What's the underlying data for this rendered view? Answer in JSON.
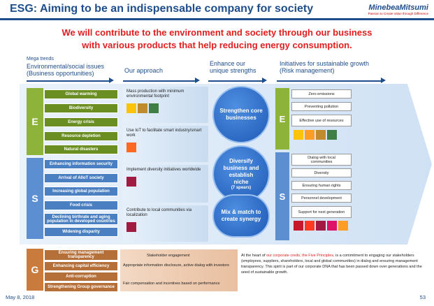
{
  "header": {
    "title": "ESG: Aiming to be an indispensable company for society",
    "logo_brand": "MinebeaMitsumi",
    "logo_tagline": "Passion to Create Value through Difference"
  },
  "headline": {
    "line1": "We will contribute to the environment and society through our business",
    "line2": "with various products that help reducing energy consumption."
  },
  "columns": {
    "mega_trends_1": "Mega trends",
    "mega_trends_2": "Environmental/social issues",
    "mega_trends_3": "(Business opportunities)",
    "approach": "Our approach",
    "strengths_1": "Enhance our",
    "strengths_2": "unique strengths",
    "initiatives_1": "Initiatives for sustainable growth",
    "initiatives_2": "(Risk management)"
  },
  "esg_letters": {
    "e": "E",
    "s": "S",
    "g": "G"
  },
  "trends_e": [
    "Global warming",
    "Biodiversity",
    "Energy crisis",
    "Resource depletion",
    "Natural disasters"
  ],
  "trends_s": [
    "Enhancing information security",
    "Arrival of AIIoT society",
    "Increasing global population",
    "Food crisis",
    "Declining birthrate and aging population in developed countries",
    "Widening disparity"
  ],
  "trends_g": [
    "Ensuring management transparency",
    "Enhancing capital efficiency",
    "Anti-corruption",
    "Strengthening Group governance"
  ],
  "approach": [
    "Mass production with minimum environmental footprint",
    "Use IoT to facilitate smart industry/smart work",
    "Implement diversity initiatives worldwide",
    "Contribute to local communities via localization"
  ],
  "strengths": [
    {
      "main": "Strengthen core businesses",
      "sub": ""
    },
    {
      "main": "Diversify business and establish niche",
      "sub": "(7 spears)"
    },
    {
      "main": "Mix & match to create synergy",
      "sub": ""
    }
  ],
  "initiatives_e": [
    "Zero emissions",
    "Preventing pollution",
    "Effective use of resources"
  ],
  "initiatives_s": [
    "Dialog with local communities",
    "Diversity",
    "Ensuring human rights",
    "Personnel development",
    "Support for next generation"
  ],
  "governance": {
    "items": [
      "Stakeholder engagement",
      "Appropriate information disclosure, active dialog with investors",
      "Fair compensation and incentives based on performance"
    ],
    "text_pre": "At the heart of ",
    "text_hl": "our corporate credo, the Five Principles,",
    "text_post": " is a commitment to engaging our stakeholders (employees, suppliers, shareholders, local and global communities) in dialog and ensuring management transparency. This spirit is part of our corporate DNA that has been passed down over generations and the seed of sustainable growth."
  },
  "footer": {
    "date": "May 8, 2018",
    "page": "53"
  },
  "colors": {
    "navy": "#1f4e8c",
    "red": "#e02020",
    "env_green": "#6b8e23",
    "social_blue": "#4a7fc1",
    "gov_brown": "#c97b3d"
  }
}
